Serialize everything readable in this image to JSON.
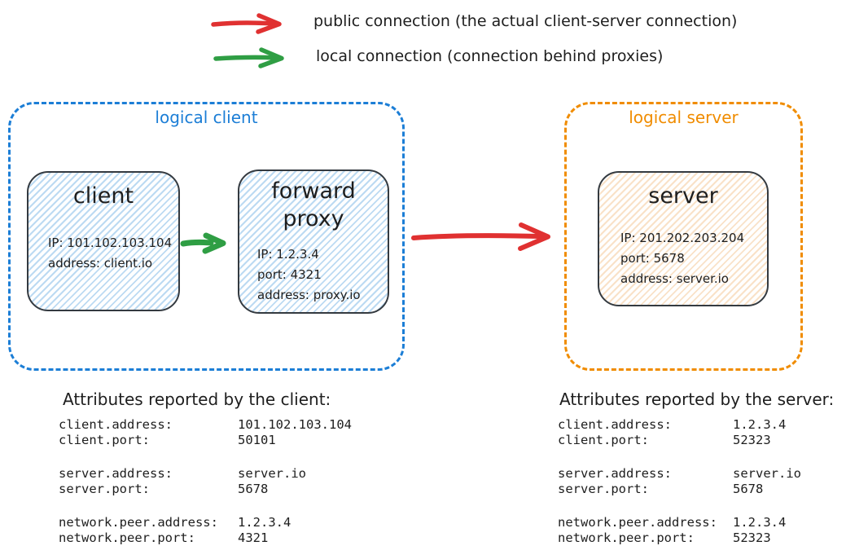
{
  "legend": {
    "public": {
      "label": "public connection (the actual client-server connection)",
      "color": "#e03131"
    },
    "local": {
      "label": "local connection (connection behind proxies)",
      "color": "#2f9e44"
    }
  },
  "diagram": {
    "logical_client": {
      "label": "logical client",
      "color": "#1c7ed6",
      "nodes": [
        {
          "title": "client",
          "lines": [
            "IP: 101.102.103.104",
            "address: client.io"
          ]
        },
        {
          "title": "forward proxy",
          "lines": [
            "IP: 1.2.3.4",
            "port: 4321",
            "address: proxy.io"
          ]
        }
      ]
    },
    "logical_server": {
      "label": "logical server",
      "color": "#f08c00",
      "nodes": [
        {
          "title": "server",
          "lines": [
            "IP: 201.202.203.204",
            "port: 5678",
            "address: server.io"
          ]
        }
      ]
    }
  },
  "attributes": {
    "client": {
      "heading": "Attributes reported by the client:",
      "groups": [
        [
          {
            "key": "client.address:",
            "value": "101.102.103.104"
          },
          {
            "key": "client.port:",
            "value": "50101"
          }
        ],
        [
          {
            "key": "server.address:",
            "value": "server.io"
          },
          {
            "key": "server.port:",
            "value": "5678"
          }
        ],
        [
          {
            "key": "network.peer.address:",
            "value": "1.2.3.4"
          },
          {
            "key": "network.peer.port:",
            "value": "4321"
          }
        ]
      ]
    },
    "server": {
      "heading": "Attributes reported by the server:",
      "groups": [
        [
          {
            "key": "client.address:",
            "value": "1.2.3.4"
          },
          {
            "key": "client.port:",
            "value": "52323"
          }
        ],
        [
          {
            "key": "server.address:",
            "value": "server.io"
          },
          {
            "key": "server.port:",
            "value": "5678"
          }
        ],
        [
          {
            "key": "network.peer.address:",
            "value": "1.2.3.4"
          },
          {
            "key": "network.peer.port:",
            "value": "52323"
          }
        ]
      ]
    }
  }
}
